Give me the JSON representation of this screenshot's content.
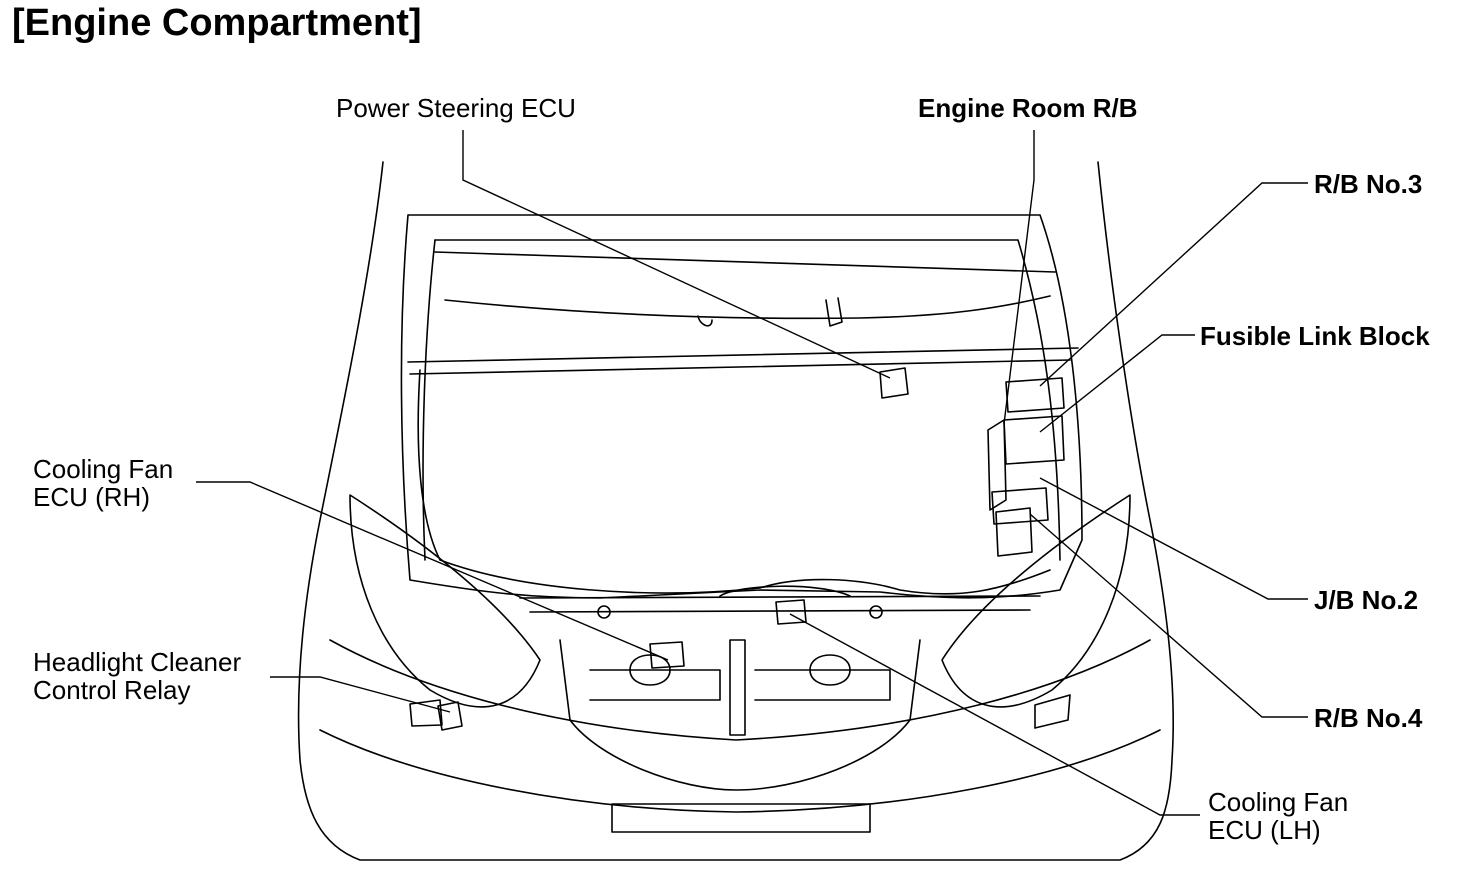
{
  "title": "[Engine Compartment]",
  "labels": {
    "power_steering_ecu": "Power Steering ECU",
    "engine_room_rb": "Engine Room R/B",
    "rb_no3": "R/B No.3",
    "fusible_link_block": "Fusible Link Block",
    "cooling_fan_ecu_rh_line1": "Cooling Fan",
    "cooling_fan_ecu_rh_line2": "ECU (RH)",
    "headlight_cleaner_line1": "Headlight Cleaner",
    "headlight_cleaner_line2": "Control Relay",
    "jb_no2": "J/B No.2",
    "rb_no4": "R/B No.4",
    "cooling_fan_ecu_lh_line1": "Cooling Fan",
    "cooling_fan_ecu_lh_line2": "ECU (LH)"
  },
  "colors": {
    "line": "#000000",
    "background": "#ffffff"
  }
}
